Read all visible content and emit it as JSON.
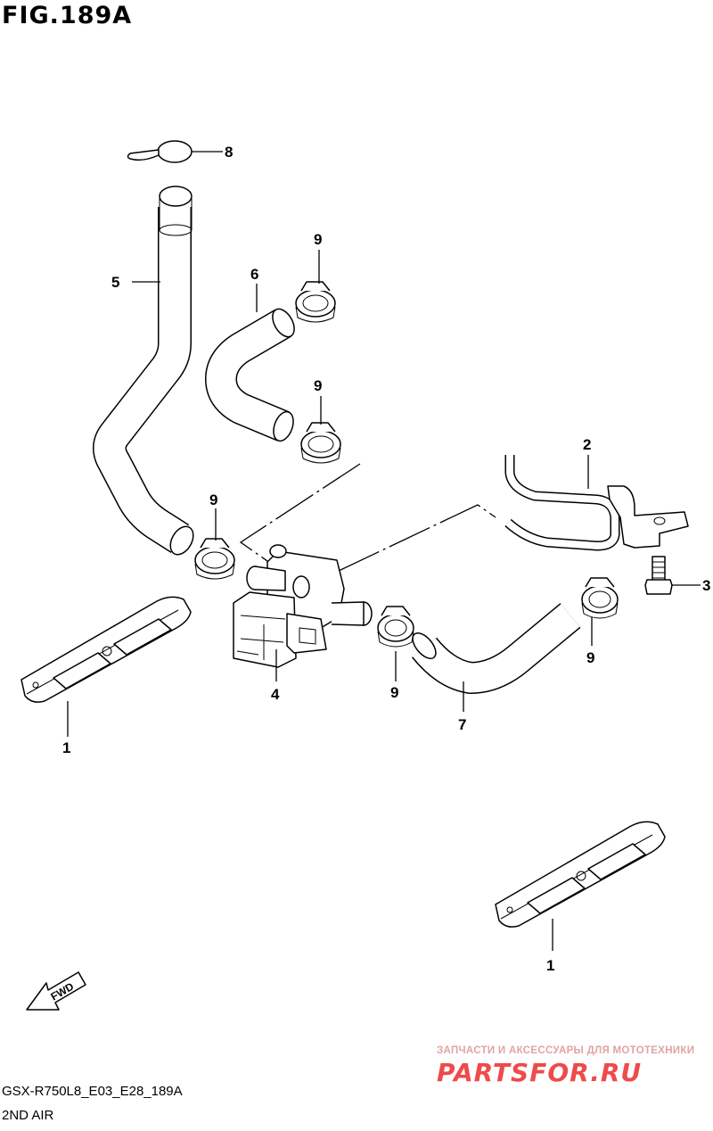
{
  "figure": {
    "title": "FIG.189A",
    "model_code": "GSX-R750L8_E03_E28_189A",
    "section": "2ND AIR"
  },
  "callouts": {
    "c1a": "1",
    "c1b": "1",
    "c2": "2",
    "c3": "3",
    "c4": "4",
    "c5": "5",
    "c6": "6",
    "c7": "7",
    "c8": "8",
    "c9a": "9",
    "c9b": "9",
    "c9c": "9",
    "c9d": "9",
    "c9e": "9"
  },
  "fwd_label": "FWD",
  "watermark": {
    "caption": "ЗАПЧАСТИ И АКСЕССУАРЫ ДЛЯ МОТОТЕХНИКИ",
    "logo": "PARTSFOR.RU"
  }
}
